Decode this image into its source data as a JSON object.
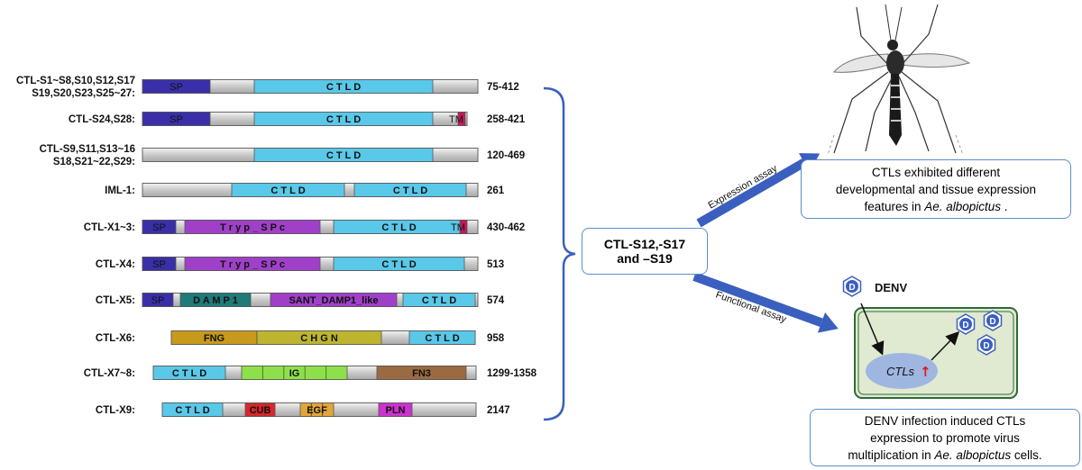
{
  "proteins": [
    {
      "label": [
        "CTL-S1~S8,S10,S12,S17",
        "S19,S20,S23,S25~27:"
      ],
      "length": "75-412",
      "domains": [
        {
          "name": "SP",
          "text": "SP",
          "color": "#3a2fa8"
        },
        {
          "name": "CTLD",
          "text": "C T L D",
          "color": "#5ac8e8"
        }
      ]
    },
    {
      "label": [
        "CTL-S24,S28:"
      ],
      "length": "258-421",
      "domains": [
        {
          "name": "SP",
          "text": "SP",
          "color": "#3a2fa8"
        },
        {
          "name": "CTLD",
          "text": "C T L D",
          "color": "#5ac8e8"
        },
        {
          "name": "TM",
          "text": "TM",
          "color": "#c2185b"
        }
      ]
    },
    {
      "label": [
        "CTL-S9,S11,S13~16",
        "S18,S21~22,S29:"
      ],
      "length": "120-469",
      "domains": [
        {
          "name": "CTLD",
          "text": "C T L D",
          "color": "#5ac8e8"
        }
      ]
    },
    {
      "label": [
        "IML-1:"
      ],
      "length": "261",
      "domains": [
        {
          "name": "CTLD-1",
          "text": "C T L D",
          "color": "#5ac8e8"
        },
        {
          "name": "CTLD-2",
          "text": "C T L D",
          "color": "#5ac8e8"
        }
      ]
    },
    {
      "label": [
        "CTL-X1~3:"
      ],
      "length": "430-462",
      "domains": [
        {
          "name": "SP",
          "text": "SP",
          "color": "#3a2fa8"
        },
        {
          "name": "Tryp_SPc",
          "text": "T r y p _ S P c",
          "color": "#a040c8"
        },
        {
          "name": "CTLD",
          "text": "C T L D",
          "color": "#5ac8e8"
        },
        {
          "name": "TM",
          "text": "TM",
          "color": "#c2185b"
        }
      ]
    },
    {
      "label": [
        "CTL-X4:"
      ],
      "length": "513",
      "domains": [
        {
          "name": "SP",
          "text": "SP",
          "color": "#3a2fa8"
        },
        {
          "name": "Tryp_SPc",
          "text": "T r y p _ S P c",
          "color": "#a040c8"
        },
        {
          "name": "CTLD",
          "text": "C T L D",
          "color": "#5ac8e8"
        }
      ]
    },
    {
      "label": [
        "CTL-X5:"
      ],
      "length": "574",
      "domains": [
        {
          "name": "SP",
          "text": "SP",
          "color": "#3a2fa8"
        },
        {
          "name": "DAMP1",
          "text": "D A M P 1",
          "color": "#1f7a78"
        },
        {
          "name": "SANT_DAMP1_like",
          "text": "SANT_DAMP1_like",
          "color": "#a040c8"
        },
        {
          "name": "CTLD",
          "text": "C T L D",
          "color": "#5ac8e8"
        }
      ]
    },
    {
      "label": [
        "CTL-X6:"
      ],
      "length": "958",
      "domains": [
        {
          "name": "FNG",
          "text": "FNG",
          "color": "#c79a1e"
        },
        {
          "name": "CHGN",
          "text": "C H G N",
          "color": "#bdb530"
        },
        {
          "name": "CTLD",
          "text": "C T L D",
          "color": "#5ac8e8"
        }
      ]
    },
    {
      "label": [
        "CTL-X7~8:"
      ],
      "length": "1299-1358",
      "domains": [
        {
          "name": "CTLD",
          "text": "C T L D",
          "color": "#5ac8e8"
        },
        {
          "name": "IG",
          "text": "IG",
          "color": "#8ee04a"
        },
        {
          "name": "FN3",
          "text": "FN3",
          "color": "#9a6a42"
        }
      ]
    },
    {
      "label": [
        "CTL-X9:"
      ],
      "length": "2147",
      "domains": [
        {
          "name": "CTLD",
          "text": "C T L D",
          "color": "#5ac8e8"
        },
        {
          "name": "CUB",
          "text": "CUB",
          "color": "#d8262b"
        },
        {
          "name": "EGF",
          "text": "EGF",
          "color": "#e0a63a"
        },
        {
          "name": "PLN",
          "text": "PLN",
          "color": "#cc33cc"
        }
      ]
    }
  ],
  "center": {
    "line1": "CTL-S12,-S17",
    "line2": "and –S19"
  },
  "expression": {
    "arrow_label": "Expression assay",
    "box_line1": "CTLs exhibited different",
    "box_line2": "developmental and tissue expression",
    "box_line3_pre": "features in ",
    "box_line3_italic": "Ae. albopictus",
    "box_line3_post": " ."
  },
  "functional": {
    "arrow_label": "Functional assay",
    "virus_label": "DENV",
    "virus_letter": "D",
    "ctls_label": "CTLs",
    "up_arrow": "↑",
    "box_line1": "DENV infection induced  CTLs",
    "box_line2": "expression to promote virus",
    "box_line3_pre": "multiplication in ",
    "box_line3_italic": "Ae. albopictus",
    "box_line3_post": " cells."
  },
  "colors": {
    "bracket": "#3b5fbf",
    "arrow": "#3b5fbf",
    "box_border": "#5b8ec7",
    "cell_fill": "#dfead0",
    "cell_border": "#2e6b3a",
    "nucleus": "#9fb6e0",
    "virus": "#3b5fbf"
  }
}
